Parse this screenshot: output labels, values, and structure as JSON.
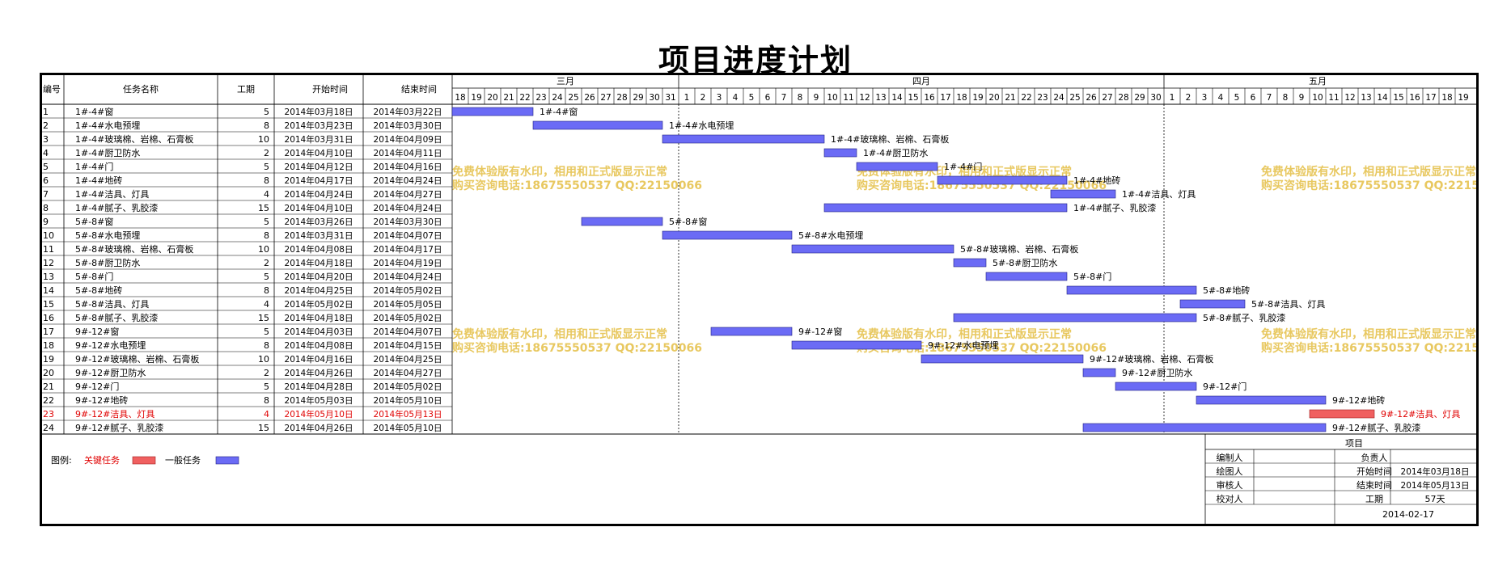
{
  "title": "项目进度计划",
  "headers": {
    "id": "编号",
    "name": "任务名称",
    "duration": "工期",
    "start": "开始时间",
    "end": "结束时间"
  },
  "months": [
    "三月",
    "四月",
    "五月"
  ],
  "days": [
    "18",
    "19",
    "20",
    "21",
    "22",
    "23",
    "24",
    "25",
    "26",
    "27",
    "28",
    "29",
    "30",
    "31",
    "1",
    "2",
    "3",
    "4",
    "5",
    "6",
    "7",
    "8",
    "9",
    "10",
    "11",
    "12",
    "13",
    "14",
    "15",
    "16",
    "17",
    "18",
    "19",
    "20",
    "21",
    "22",
    "23",
    "24",
    "25",
    "26",
    "27",
    "28",
    "29",
    "30",
    "1",
    "2",
    "3",
    "4",
    "5",
    "6",
    "7",
    "8",
    "9",
    "10",
    "11",
    "12",
    "13",
    "14",
    "15",
    "16",
    "17",
    "18",
    "19"
  ],
  "tasks": [
    {
      "id": "1",
      "name": "1#-4#窗",
      "duration": "5",
      "start": "2014年03月18日",
      "end": "2014年03月22日",
      "s": 0,
      "d": 5,
      "critical": false
    },
    {
      "id": "2",
      "name": "1#-4#水电预埋",
      "duration": "8",
      "start": "2014年03月23日",
      "end": "2014年03月30日",
      "s": 5,
      "d": 8,
      "critical": false
    },
    {
      "id": "3",
      "name": "1#-4#玻璃棉、岩棉、石膏板",
      "duration": "10",
      "start": "2014年03月31日",
      "end": "2014年04月09日",
      "s": 13,
      "d": 10,
      "critical": false
    },
    {
      "id": "4",
      "name": "1#-4#厨卫防水",
      "duration": "2",
      "start": "2014年04月10日",
      "end": "2014年04月11日",
      "s": 23,
      "d": 2,
      "critical": false
    },
    {
      "id": "5",
      "name": "1#-4#门",
      "duration": "5",
      "start": "2014年04月12日",
      "end": "2014年04月16日",
      "s": 25,
      "d": 5,
      "critical": false
    },
    {
      "id": "6",
      "name": "1#-4#地砖",
      "duration": "8",
      "start": "2014年04月17日",
      "end": "2014年04月24日",
      "s": 30,
      "d": 8,
      "critical": false
    },
    {
      "id": "7",
      "name": "1#-4#洁具、灯具",
      "duration": "4",
      "start": "2014年04月24日",
      "end": "2014年04月27日",
      "s": 37,
      "d": 4,
      "critical": false
    },
    {
      "id": "8",
      "name": "1#-4#腻子、乳胶漆",
      "duration": "15",
      "start": "2014年04月10日",
      "end": "2014年04月24日",
      "s": 23,
      "d": 15,
      "critical": false
    },
    {
      "id": "9",
      "name": "5#-8#窗",
      "duration": "5",
      "start": "2014年03月26日",
      "end": "2014年03月30日",
      "s": 8,
      "d": 5,
      "critical": false
    },
    {
      "id": "10",
      "name": "5#-8#水电预埋",
      "duration": "8",
      "start": "2014年03月31日",
      "end": "2014年04月07日",
      "s": 13,
      "d": 8,
      "critical": false
    },
    {
      "id": "11",
      "name": "5#-8#玻璃棉、岩棉、石膏板",
      "duration": "10",
      "start": "2014年04月08日",
      "end": "2014年04月17日",
      "s": 21,
      "d": 10,
      "critical": false
    },
    {
      "id": "12",
      "name": "5#-8#厨卫防水",
      "duration": "2",
      "start": "2014年04月18日",
      "end": "2014年04月19日",
      "s": 31,
      "d": 2,
      "critical": false
    },
    {
      "id": "13",
      "name": "5#-8#门",
      "duration": "5",
      "start": "2014年04月20日",
      "end": "2014年04月24日",
      "s": 33,
      "d": 5,
      "critical": false
    },
    {
      "id": "14",
      "name": "5#-8#地砖",
      "duration": "8",
      "start": "2014年04月25日",
      "end": "2014年05月02日",
      "s": 38,
      "d": 8,
      "critical": false
    },
    {
      "id": "15",
      "name": "5#-8#洁具、灯具",
      "duration": "4",
      "start": "2014年05月02日",
      "end": "2014年05月05日",
      "s": 45,
      "d": 4,
      "critical": false
    },
    {
      "id": "16",
      "name": "5#-8#腻子、乳胶漆",
      "duration": "15",
      "start": "2014年04月18日",
      "end": "2014年05月02日",
      "s": 31,
      "d": 15,
      "critical": false
    },
    {
      "id": "17",
      "name": "9#-12#窗",
      "duration": "5",
      "start": "2014年04月03日",
      "end": "2014年04月07日",
      "s": 16,
      "d": 5,
      "critical": false
    },
    {
      "id": "18",
      "name": "9#-12#水电预埋",
      "duration": "8",
      "start": "2014年04月08日",
      "end": "2014年04月15日",
      "s": 21,
      "d": 8,
      "critical": false
    },
    {
      "id": "19",
      "name": "9#-12#玻璃棉、岩棉、石膏板",
      "duration": "10",
      "start": "2014年04月16日",
      "end": "2014年04月25日",
      "s": 29,
      "d": 10,
      "critical": false
    },
    {
      "id": "20",
      "name": "9#-12#厨卫防水",
      "duration": "2",
      "start": "2014年04月26日",
      "end": "2014年04月27日",
      "s": 39,
      "d": 2,
      "critical": false
    },
    {
      "id": "21",
      "name": "9#-12#门",
      "duration": "5",
      "start": "2014年04月28日",
      "end": "2014年05月02日",
      "s": 41,
      "d": 5,
      "critical": false
    },
    {
      "id": "22",
      "name": "9#-12#地砖",
      "duration": "8",
      "start": "2014年05月03日",
      "end": "2014年05月10日",
      "s": 46,
      "d": 8,
      "critical": false
    },
    {
      "id": "23",
      "name": "9#-12#洁具、灯具",
      "duration": "4",
      "start": "2014年05月10日",
      "end": "2014年05月13日",
      "s": 53,
      "d": 4,
      "critical": true
    },
    {
      "id": "24",
      "name": "9#-12#腻子、乳胶漆",
      "duration": "15",
      "start": "2014年04月26日",
      "end": "2014年05月10日",
      "s": 39,
      "d": 15,
      "critical": false
    }
  ],
  "legend": {
    "label": "图例:",
    "critical": "关键任务",
    "normal": "一般任务"
  },
  "info": {
    "header": "项目",
    "editor": "编制人",
    "drawer": "绘图人",
    "reviewer": "审核人",
    "proofreader": "校对人",
    "owner": "负责人",
    "start_label": "开始时间",
    "start_value": "2014年03月18日",
    "end_label": "结束时间",
    "end_value": "2014年05月13日",
    "duration_label": "工期",
    "duration_value": "57天",
    "date": "2014-02-17"
  },
  "watermark": {
    "line1": "免费体验版有水印，相用和正式版显示正常",
    "line2": "购买咨询电话:18675550537 QQ:22150066"
  },
  "colors": {
    "normal_bar": "#6b6bf5",
    "critical_bar": "#f06060",
    "critical_text": "#e00000",
    "watermark": "#e8c860"
  }
}
